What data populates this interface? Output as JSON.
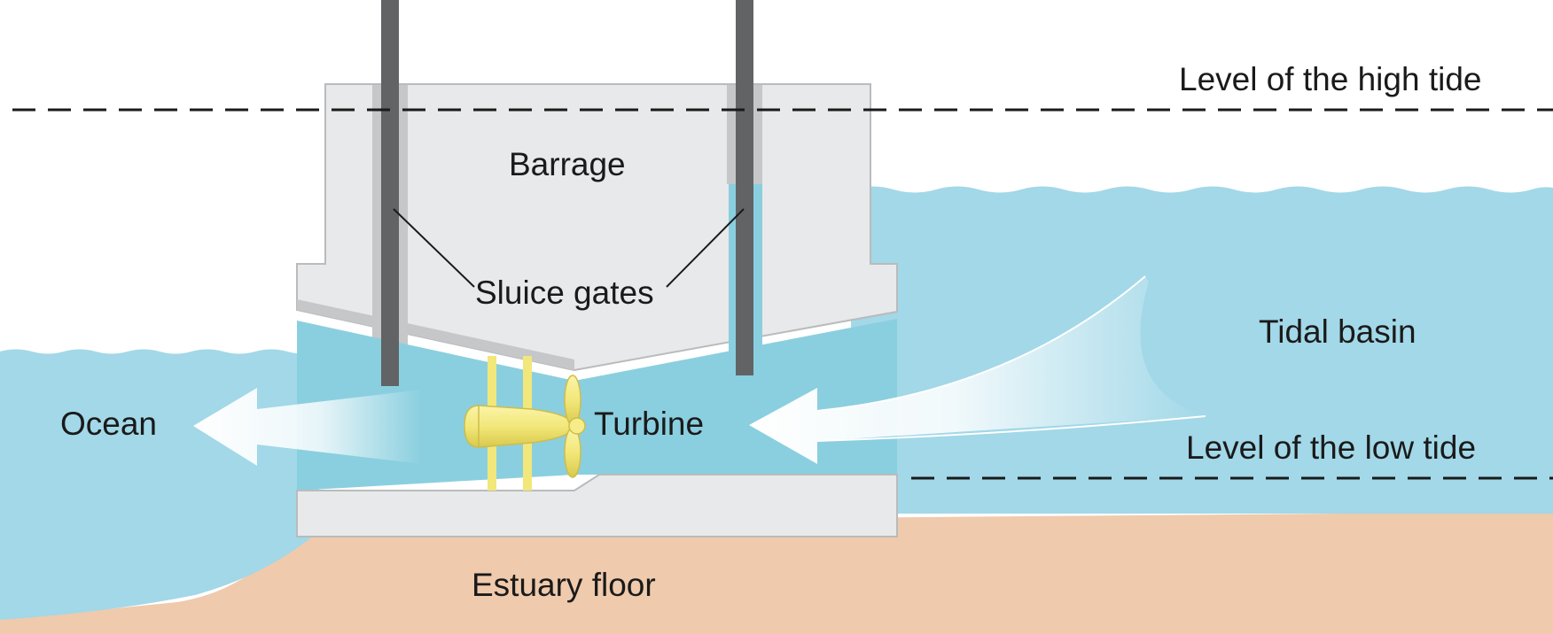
{
  "labels": {
    "high_tide": "Level of the high tide",
    "low_tide": "Level of the low tide",
    "barrage": "Barrage",
    "sluice_gates": "Sluice gates",
    "tidal_basin": "Tidal basin",
    "ocean": "Ocean",
    "turbine": "Turbine",
    "estuary_floor": "Estuary floor"
  },
  "colors": {
    "water": "#a2d8e8",
    "water_inside_barrage": "#8acfdf",
    "floor": "#efcaac",
    "barrage": "#e8e9ea",
    "barrage_shadow": "#c5c7c9",
    "gate": "#616365",
    "turbine": "#f2e77a",
    "arrow": "#ffffff",
    "tide_line": "#1a1a1a"
  }
}
